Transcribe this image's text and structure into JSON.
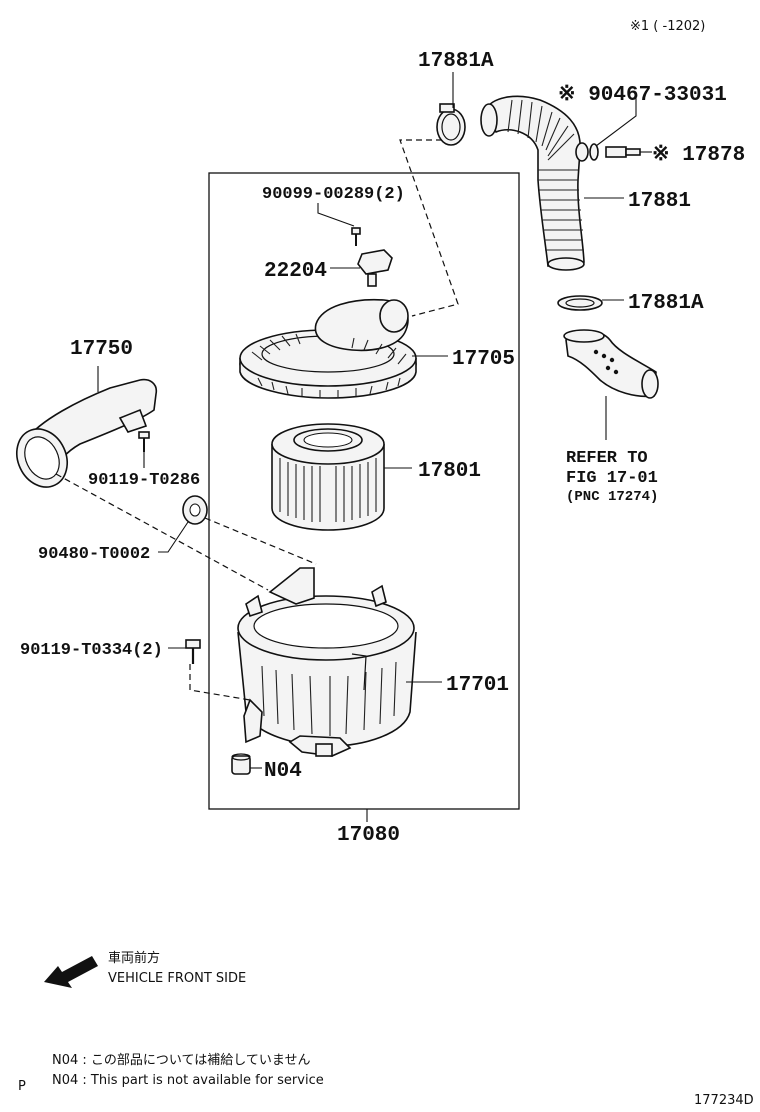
{
  "header_note": "※1 (    -1202)",
  "labels": {
    "clamp_top": "17881A",
    "gasket": "※ 90467-33031",
    "sensor": "※ 17878",
    "hose": "17881",
    "clamp_mid": "17881A",
    "screw": "90099-00289(2)",
    "meter": "22204",
    "cap": "17705",
    "filter": "17801",
    "case": "17701",
    "assy": "17080",
    "inlet": "17750",
    "inlet_bolt": "90119-T0286",
    "grommet": "90480-T0002",
    "case_bolt": "90119-T0334(2)",
    "n04": "N04",
    "refer_1": "REFER TO",
    "refer_2": "FIG 17-01",
    "refer_3": "(PNC 17274)"
  },
  "front_note": {
    "jp": "車両前方",
    "en": "VEHICLE FRONT SIDE"
  },
  "footnotes": {
    "jp": "N04 : この部品については補給していません",
    "en": "N04 : This part is not available for service"
  },
  "page_letter": "P",
  "figure_code": "177234D"
}
